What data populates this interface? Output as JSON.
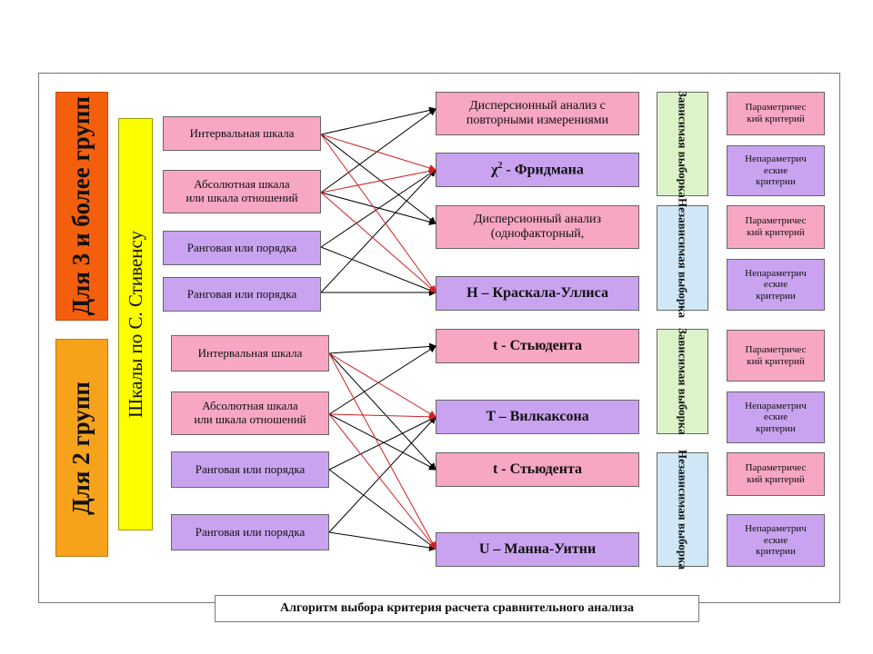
{
  "left_labels": {
    "group_3_plus": "Для 3 и более групп",
    "group_2": "Для 2 групп",
    "stevens_scales": "Шкалы по С. Стивенсу"
  },
  "scales_top": [
    {
      "line1": "Интервальная шкала",
      "line2": ""
    },
    {
      "line1": "Абсолютная шкала",
      "line2": "или шкала отношений"
    },
    {
      "line1": "Ранговая или порядка",
      "line2": ""
    },
    {
      "line1": "Ранговая или порядка",
      "line2": ""
    }
  ],
  "scales_bottom": [
    {
      "line1": "Интервальная шкала",
      "line2": ""
    },
    {
      "line1": "Абсолютная шкала",
      "line2": "или шкала отношений"
    },
    {
      "line1": "Ранговая или порядка",
      "line2": ""
    },
    {
      "line1": "Ранговая или порядка",
      "line2": ""
    }
  ],
  "tests_top": [
    {
      "line1": "Дисперсионный анализ с",
      "line2": "повторными измерениями"
    },
    {
      "prefix": "χ",
      "sup": "2",
      "rest": " - Фридмана"
    },
    {
      "line1": "Дисперсионный анализ",
      "line2": "(однофакторный,"
    },
    {
      "line1": "H – Краскала-Уллиса",
      "line2": ""
    }
  ],
  "tests_bottom": [
    {
      "line1": "t - Стьюдента"
    },
    {
      "line1": "T – Вилкаксона"
    },
    {
      "line1": "t - Стьюдента"
    },
    {
      "line1": "U – Манна-Уитни"
    }
  ],
  "sample_types": {
    "dependent_1": "Зависимая выборка",
    "independent_1": "Независимая выборка",
    "dependent_2": "Зависимая выборка",
    "independent_2": "Независимая выборка"
  },
  "criteria": [
    {
      "line1": "Параметричес",
      "line2": "кий критерий",
      "line3": ""
    },
    {
      "line1": "Непараметрич",
      "line2": "еские",
      "line3": "критерии"
    },
    {
      "line1": "Параметричес",
      "line2": "кий критерий",
      "line3": ""
    },
    {
      "line1": "Непараметрич",
      "line2": "еские",
      "line3": "критерии"
    },
    {
      "line1": "Параметричес",
      "line2": "кий критерий",
      "line3": ""
    },
    {
      "line1": "Непараметрич",
      "line2": "еские",
      "line3": "критерии"
    },
    {
      "line1": "Параметричес",
      "line2": "кий критерий",
      "line3": ""
    },
    {
      "line1": "Непараметрич",
      "line2": "еские",
      "line3": "критерии"
    }
  ],
  "caption": "Алгоритм выбора критерия расчета сравнительного анализа",
  "colors": {
    "scale_pink": "#f7a6c4",
    "scale_violet": "#c9a3f0",
    "dependent_green": "#dcf3c9",
    "independent_blue": "#cfe7f7",
    "group3_orange": "#f45f0d",
    "group2_amber": "#f7a21b",
    "stevens_yellow": "#fbff00",
    "arrow_black": "#000000",
    "arrow_red": "#d42020"
  }
}
